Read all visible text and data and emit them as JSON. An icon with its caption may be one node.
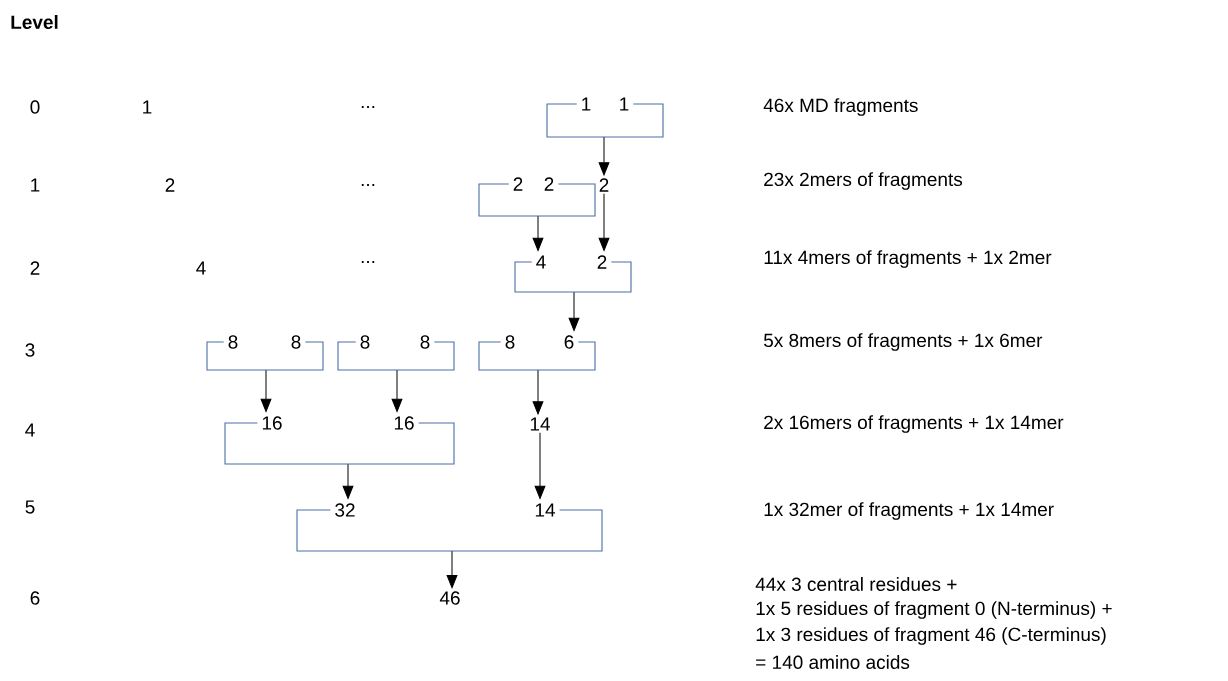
{
  "diagram": {
    "nodes": [
      {
        "text": [
          "1",
          "1"
        ]
      },
      {
        "text": [
          "2",
          "2"
        ]
      },
      {
        "text": [
          "2"
        ]
      },
      {
        "text": [
          "4",
          "2"
        ]
      },
      {
        "text": [
          "8",
          "8"
        ]
      },
      {
        "text": [
          "8",
          "8"
        ]
      },
      {
        "text": [
          "8",
          "6"
        ]
      },
      {
        "text": [
          "16",
          "16"
        ]
      },
      {
        "text": [
          "14"
        ]
      },
      {
        "text": [
          "32",
          "14"
        ]
      },
      {
        "text": [
          "46"
        ]
      }
    ],
    "edges": [
      {
        "from": 0,
        "to": 2,
        "arrow": "to"
      },
      {
        "from": 1,
        "to": 3,
        "arrow": "to"
      },
      {
        "from": 2,
        "to": 3,
        "arrow": "to"
      },
      {
        "from": 3,
        "to": 6,
        "arrow": "to"
      },
      {
        "from": 4,
        "to": 7,
        "arrow": "to"
      },
      {
        "from": 5,
        "to": 7,
        "arrow": "to"
      },
      {
        "from": 6,
        "to": 8,
        "arrow": "to"
      },
      {
        "from": 7,
        "to": 9,
        "arrow": "to"
      },
      {
        "from": 8,
        "to": 9,
        "arrow": "to"
      },
      {
        "from": 9,
        "to": 10,
        "arrow": "to"
      }
    ],
    "labels": [
      "Level",
      "0",
      "1",
      "...",
      "46x MD fragments",
      "1",
      "2",
      "...",
      "23x 2mers of fragments",
      "2",
      "4",
      "...",
      "11x 4mers of fragments + 1x 2mer",
      "3",
      "5x 8mers of fragments + 1x 6mer",
      "4",
      "2x 16mers of fragments + 1x 14mer",
      "5",
      "1x 32mer of fragments + 1x 14mer",
      "6",
      "44x 3 central residues +",
      "1x 5 residues of fragment 0 (N-terminus) +",
      "1x 3 residues of fragment 46 (C-terminus)",
      "= 140 amino acids"
    ]
  }
}
